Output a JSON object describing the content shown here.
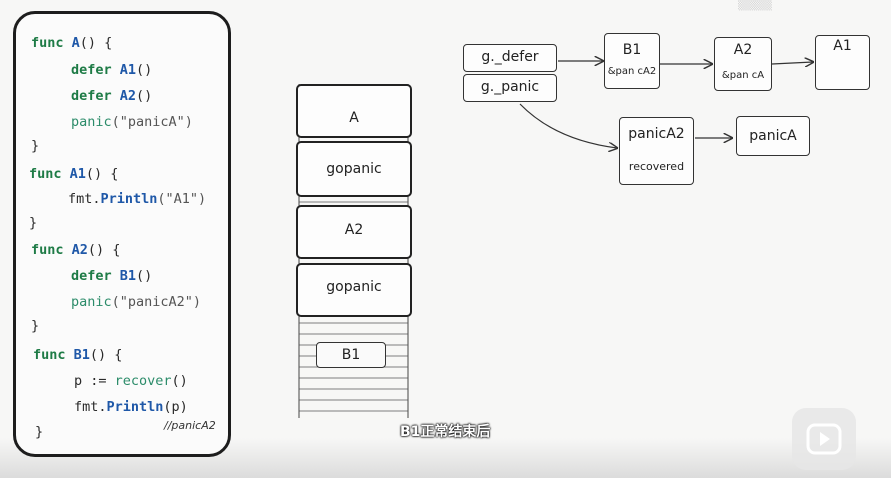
{
  "code": {
    "func_kw": "func",
    "defer_kw": "defer",
    "A": "A",
    "A1": "A1",
    "A2": "A2",
    "B1": "B1",
    "parens_open": "() {",
    "close_brace": "}",
    "call_parens": "()",
    "panic_fn": "panic",
    "panicA_arg": "(\"panicA\")",
    "panicA2_arg": "(\"panicA2\")",
    "fmt_prefix": "fmt.",
    "println_fn": "Println",
    "println_A1_arg": "(\"A1\")",
    "println_p_arg": "(p)",
    "assign": "p := ",
    "recover_fn": "recover",
    "comment": "//panicA2"
  },
  "stack": {
    "frames": [
      "A",
      "gopanic",
      "A2",
      "gopanic"
    ],
    "small_frame": "B1"
  },
  "diagram": {
    "g_defer": "g._defer",
    "g_panic": "g._panic",
    "defer_B1": {
      "title": "B1",
      "sub": "&pan cA2"
    },
    "defer_A2": {
      "title": "A2",
      "sub": "&pan cA"
    },
    "defer_A1": {
      "title": "A1"
    },
    "panic_A2": {
      "title": "panicA2",
      "sub": "recovered"
    },
    "panic_A": {
      "title": "panicA"
    }
  },
  "subtitle": "B1正常结束后",
  "colors": {
    "keyword": "#1e7b46",
    "function": "#1f58a8",
    "recover": "#2c8c6a"
  }
}
